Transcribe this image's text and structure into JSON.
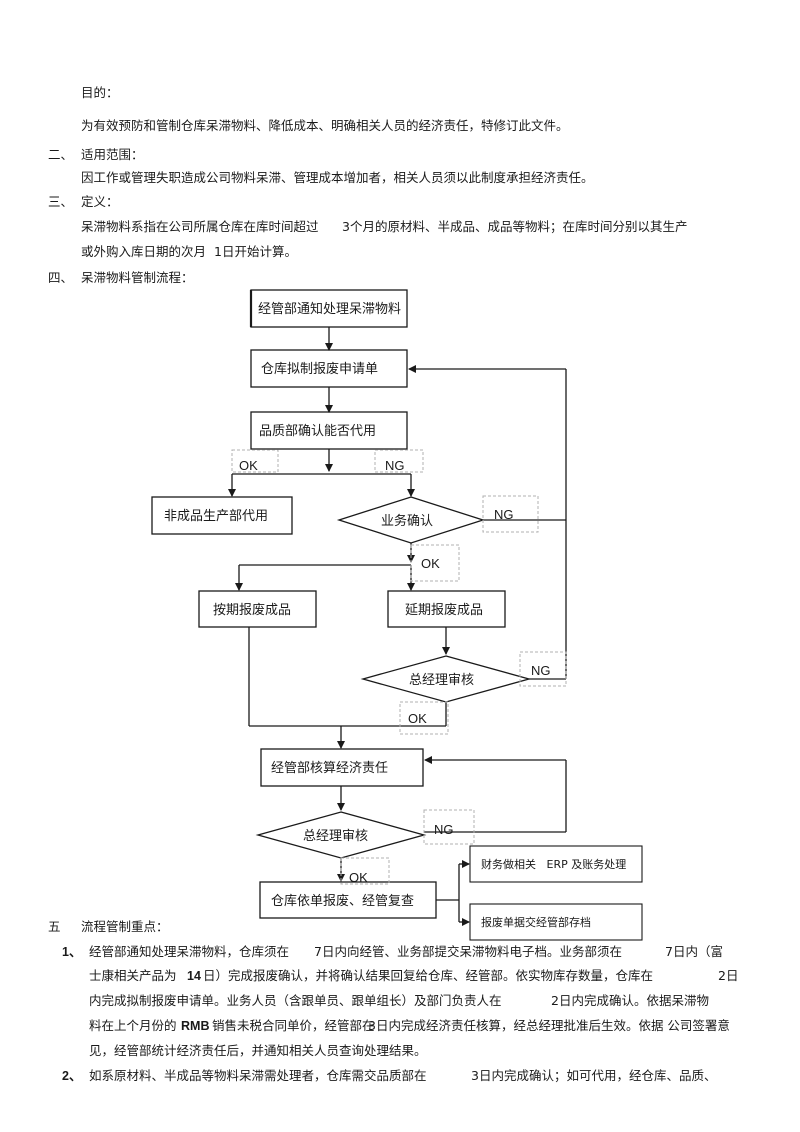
{
  "sections": {
    "purpose_title": "目的：",
    "purpose_text": "为有效预防和管制仓库呆滞物料、降低成本、明确相关人员的经济责任，特修订此文件。",
    "scope_num": "二、",
    "scope_title": "适用范围：",
    "scope_text": "因工作或管理失职造成公司物料呆滞、管理成本增加者，相关人员须以此制度承担经济责任。",
    "def_num": "三、",
    "def_title": "定义：",
    "def_line1_a": "呆滞物料系指在公司所属仓库在库时间超过",
    "def_line1_b": "3个月的原材料、半成品、成品等物料；在库时间分别以其生产",
    "def_line2_a": "或外购入库日期的次月",
    "def_line2_b": "1日开始计算。",
    "flow_num": "四、",
    "flow_title": "呆滞物料管制流程：",
    "key_num": "五",
    "key_title": "流程管制重点："
  },
  "flowchart": {
    "step1": "经管部通知处理呆滞物料",
    "step2": "仓库拟制报废申请单",
    "step3": "品质部确认能否代用",
    "ok1": "OK",
    "ng1": "NG",
    "non_product": "非成品生产部代用",
    "biz_confirm": "业务确认",
    "ng2": "NG",
    "ok2": "OK",
    "scrap_on_time": "按期报废成品",
    "scrap_delayed": "延期报废成品",
    "gm_review1": "总经理审核",
    "ng3": "NG",
    "ok3": "OK",
    "cost_accounting": "经管部核算经济责任",
    "gm_review2": "总经理审核",
    "ng4": "NG",
    "ok4": "OK",
    "warehouse_scrap": "仓库依单报废、经管复查",
    "finance_erp": "财务做相关   ERP 及账务处理",
    "scrap_archive": "报废单据交经管部存档"
  },
  "points": {
    "p1_num": "1、",
    "p1_l1_a": "经管部通知处理呆滞物料，仓库须在",
    "p1_l1_b": "7日内向经管、业务部提交呆滞物料电子档。业务部须在",
    "p1_l1_c": "7日内（富",
    "p1_l2_a": "士康相关产品为",
    "p1_l2_b": "14",
    "p1_l2_c": "日）完成报废确认，并将确认结果回复给仓库、经管部。依实物库存数量，仓库在",
    "p1_l2_d": "2日",
    "p1_l3_a": "内完成拟制报废申请单。业务人员（含跟单员、跟单组长）及部门负责人在",
    "p1_l3_b": "2日内完成确认。依据呆滞物",
    "p1_l4_a": "料在上个月份的",
    "p1_l4_b": "RMB",
    "p1_l4_c": "销售未税合同单价，经管部在",
    "p1_l4_d": "3日内完成经济责任核算，经总经理批准后生效。依据  公司签署意",
    "p1_l5": "见，经管部统计经济责任后，并通知相关人员查询处理结果。",
    "p2_num": "2、",
    "p2_l1_a": "如系原材料、半成品等物料呆滞需处理者，仓库需交品质部在",
    "p2_l1_b": "3日内完成确认；如可代用，经仓库、品质、"
  }
}
